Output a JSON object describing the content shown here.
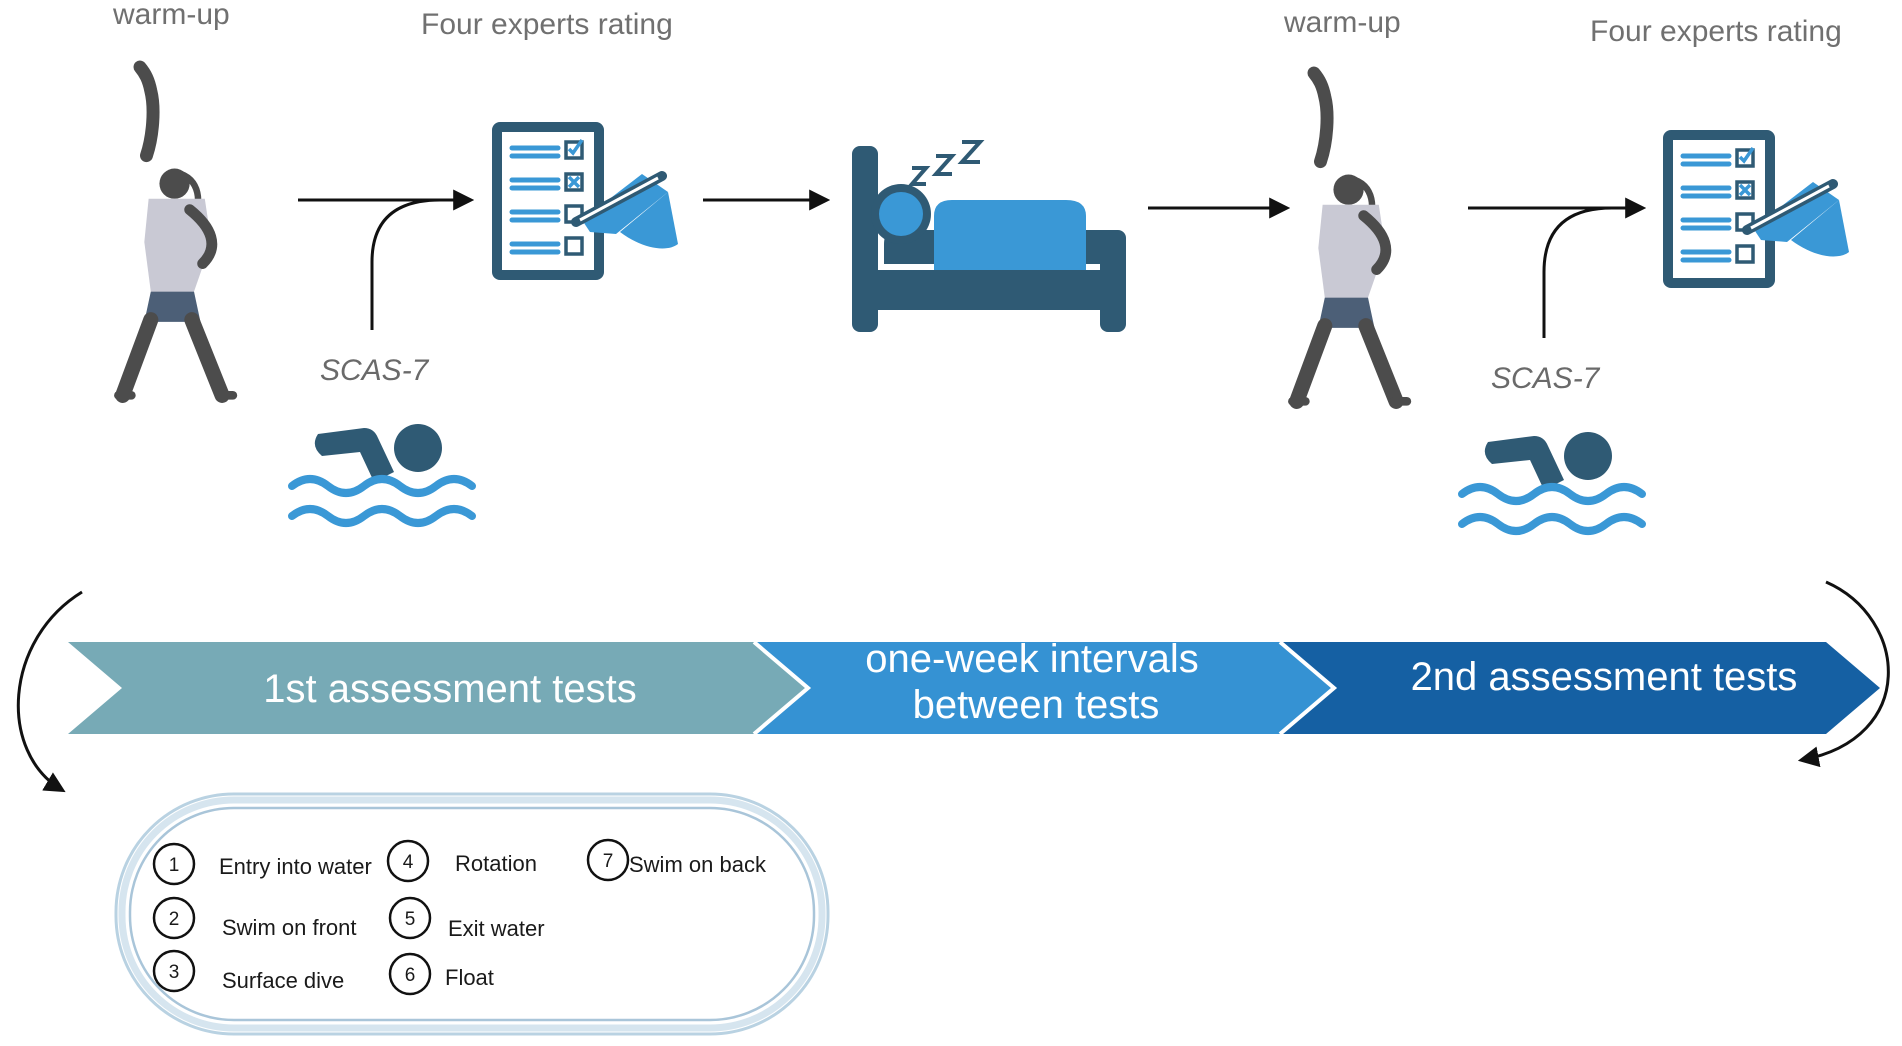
{
  "labels": {
    "warmup_1": "warm-up",
    "rating_1": "Four experts rating",
    "warmup_2": "warm-up",
    "rating_2": "Four experts rating",
    "scas_1": "SCAS-7",
    "scas_2": "SCAS-7"
  },
  "timeline": {
    "phase_1": "1st assessment tests",
    "interval_line_1": "one-week intervals",
    "interval_line_2": "between tests",
    "phase_2": "2nd assessment tests"
  },
  "steps": [
    {
      "num": "1",
      "label": "Entry into water"
    },
    {
      "num": "2",
      "label": "Swim on front"
    },
    {
      "num": "3",
      "label": "Surface dive"
    },
    {
      "num": "4",
      "label": "Rotation"
    },
    {
      "num": "5",
      "label": "Exit water"
    },
    {
      "num": "6",
      "label": "Float"
    },
    {
      "num": "7",
      "label": "Swim on back"
    }
  ],
  "colors": {
    "phase_1": "#77aab6",
    "interval": "#3592d3",
    "phase_2": "#1560a3",
    "icon_dark": "#2f5a74",
    "icon_light": "#3a98d6",
    "silhouette": "#4c4c4c"
  },
  "icons": [
    "warm-up-figure-icon",
    "checklist-icon",
    "pen-hand-icon",
    "sleep-bed-icon",
    "swimmer-icon"
  ]
}
